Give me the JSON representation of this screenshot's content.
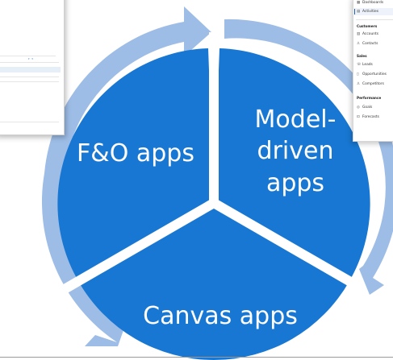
{
  "segments": {
    "fo": "F&O apps",
    "model_line1": "Model-",
    "model_line2": "driven",
    "model_line3": "apps",
    "canvas": "Canvas apps"
  },
  "colors": {
    "segment": "#1877d2",
    "ring": "#9dbde6",
    "divider": "#ffffff"
  },
  "md_nav": {
    "items_top": [
      {
        "label": "Dashboards",
        "icon": "dashboard-icon"
      },
      {
        "label": "Activities",
        "icon": "activities-icon"
      }
    ],
    "customers_header": "Customers",
    "customers": [
      {
        "label": "Accounts",
        "icon": "accounts-icon"
      },
      {
        "label": "Contacts",
        "icon": "contacts-icon"
      }
    ],
    "sales_header": "Sales",
    "sales": [
      {
        "label": "Leads",
        "icon": "leads-icon"
      },
      {
        "label": "Opportunities",
        "icon": "opportunities-icon"
      },
      {
        "label": "Competitors",
        "icon": "competitors-icon"
      }
    ],
    "performance_header": "Performance",
    "performance": [
      {
        "label": "Goals",
        "icon": "goals-icon"
      },
      {
        "label": "Forecasts",
        "icon": "forecasts-icon"
      }
    ]
  }
}
